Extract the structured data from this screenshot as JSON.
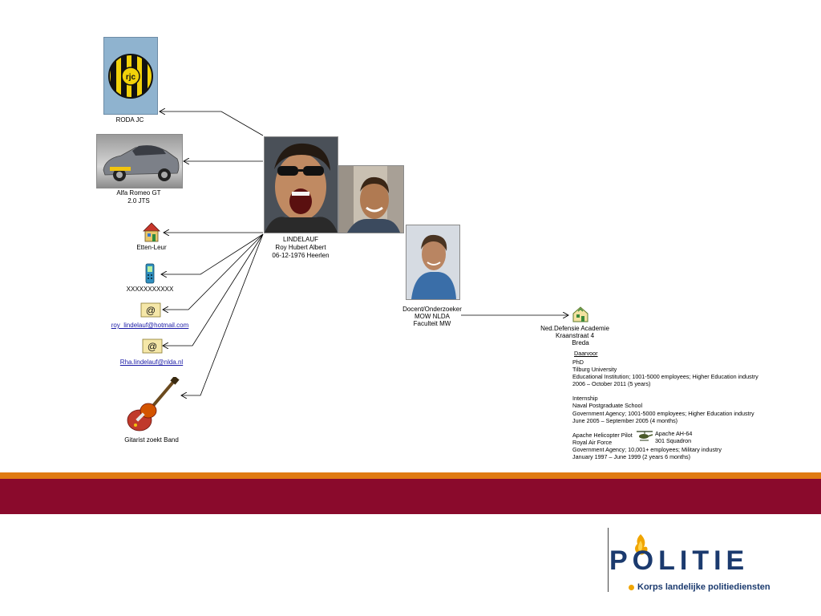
{
  "center": {
    "line1": "LINDELAUF",
    "line2": "Roy Hubert Albert",
    "line3": "06-12-1976 Heerlen"
  },
  "nodes": {
    "club": "RODA JC",
    "car_line1": "Alfa Romeo GT",
    "car_line2": "2.0 JTS",
    "town": "Etten-Leur",
    "phone": "XXXXXXXXXXX",
    "email1": "roy_lindelauf@hotmail.com",
    "email2": "Rha.lindelauf@nlda.nl",
    "guitar": "Gitarist zoekt Band"
  },
  "role": {
    "line1": "Docent/Onderzoeker",
    "line2": "MOW NLDA",
    "line3": "Faculteit MW"
  },
  "institution": {
    "line1": "Ned.Defensie Academie",
    "line2": "Kraanstraat 4",
    "line3": "Breda"
  },
  "career": {
    "heading": "Daarvoor",
    "entries": [
      {
        "l1": "PhD",
        "l2": "Tilburg University",
        "l3": "Educational Institution; 1001-5000 employees; Higher Education industry",
        "l4": "2006 – October 2011 (5 years)"
      },
      {
        "l1": "Internship",
        "l2": "Naval Postgraduate School",
        "l3": "Government Agency; 1001-5000 employees; Higher Education industry",
        "l4": "June 2005 – September 2005 (4 months)"
      },
      {
        "l1": "Apache Helicopter Pilot",
        "l2": "Royal Air Force",
        "l3": "Government Agency; 10,001+ employees; Military industry",
        "l4": "January 1997 – June 1999 (2 years 6 months)"
      }
    ],
    "apache_line1": "Apache AH-64",
    "apache_line2": "301 Squadron"
  },
  "logo": {
    "name": "POLITIE",
    "subtitle": "Korps landelijke politiediensten"
  }
}
